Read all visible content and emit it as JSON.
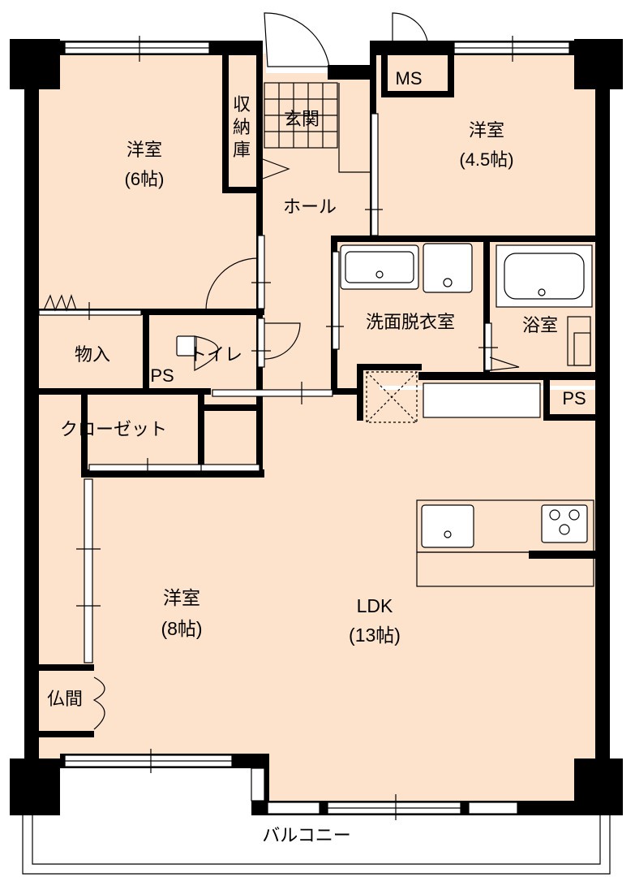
{
  "rooms": {
    "western_room_6": {
      "name": "洋室",
      "size": "(6帖)"
    },
    "storage": {
      "chars": [
        "収",
        "納",
        "庫"
      ]
    },
    "entrance": {
      "name": "玄関"
    },
    "hall": {
      "name": "ホール"
    },
    "ms": {
      "name": "MS"
    },
    "western_room_45": {
      "name": "洋室",
      "size": "(4.5帖)"
    },
    "washroom": {
      "name": "洗面脱衣室"
    },
    "bathroom": {
      "name": "浴室"
    },
    "closet_small": {
      "name": "物入"
    },
    "toilet": {
      "name": "トイレ"
    },
    "ps_left": {
      "name": "PS"
    },
    "ps_right": {
      "name": "PS"
    },
    "closet": {
      "name": "クローゼット"
    },
    "western_room_8": {
      "name": "洋室",
      "size": "(8帖)"
    },
    "ldk": {
      "name": "LDK",
      "size": "(13帖)"
    },
    "butsuma": {
      "name": "仏間"
    },
    "balcony": {
      "name": "バルコニー"
    }
  },
  "colors": {
    "room_fill": "#fde2cc",
    "wall": "#000000",
    "background": "#ffffff"
  }
}
